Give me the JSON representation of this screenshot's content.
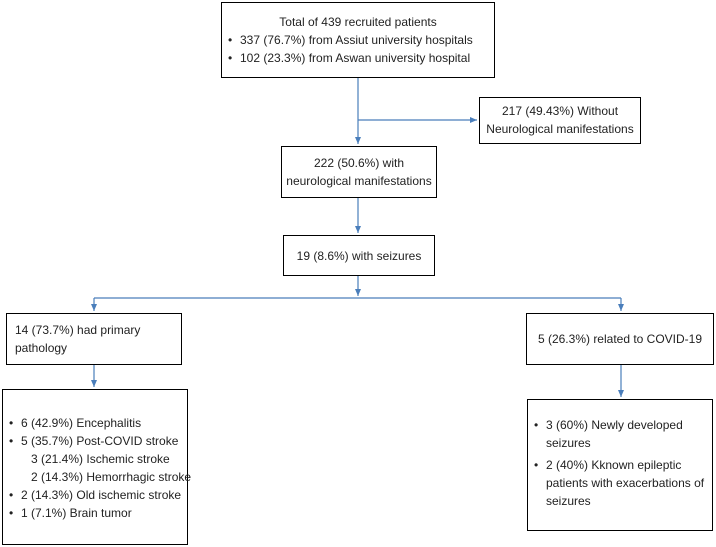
{
  "colors": {
    "arrow": "#4a7ebb",
    "border": "#000000"
  },
  "total": {
    "title": "Total of 439 recruited patients",
    "items": [
      "337 (76.7%)  from Assiut university hospitals",
      "102 (23.3%) from Aswan university hospital"
    ]
  },
  "without": {
    "line1": "217 (49.43%) Without",
    "line2": "Neurological manifestations"
  },
  "with_neuro": {
    "line1": "222 (50.6%) with",
    "line2": "neurological manifestations"
  },
  "seizures": {
    "label": "19 (8.6%) with seizures"
  },
  "primary": {
    "line1": "14 (73.7%) had primary",
    "line2": "pathology"
  },
  "covid": {
    "label": "5 (26.3%) related to COVID-19"
  },
  "primary_detail": {
    "items": [
      {
        "bullet": true,
        "text": "6 (42.9%) Encephalitis"
      },
      {
        "bullet": true,
        "text": "5 (35.7%) Post-COVID stroke"
      },
      {
        "bullet": false,
        "text": "3 (21.4%) Ischemic stroke"
      },
      {
        "bullet": false,
        "text": "2 (14.3%) Hemorrhagic stroke"
      },
      {
        "bullet": true,
        "text": "2 (14.3%) Old ischemic stroke"
      },
      {
        "bullet": true,
        "text": "1 (7.1%) Brain tumor"
      }
    ]
  },
  "covid_detail": {
    "items": [
      {
        "line1": "3 (60%) Newly developed",
        "line2": "seizures"
      },
      {
        "line1": "2 (40%) Kknown epileptic",
        "line2": "patients  with exacerbations of",
        "line3": "seizures"
      }
    ]
  },
  "bullet_char": "•"
}
